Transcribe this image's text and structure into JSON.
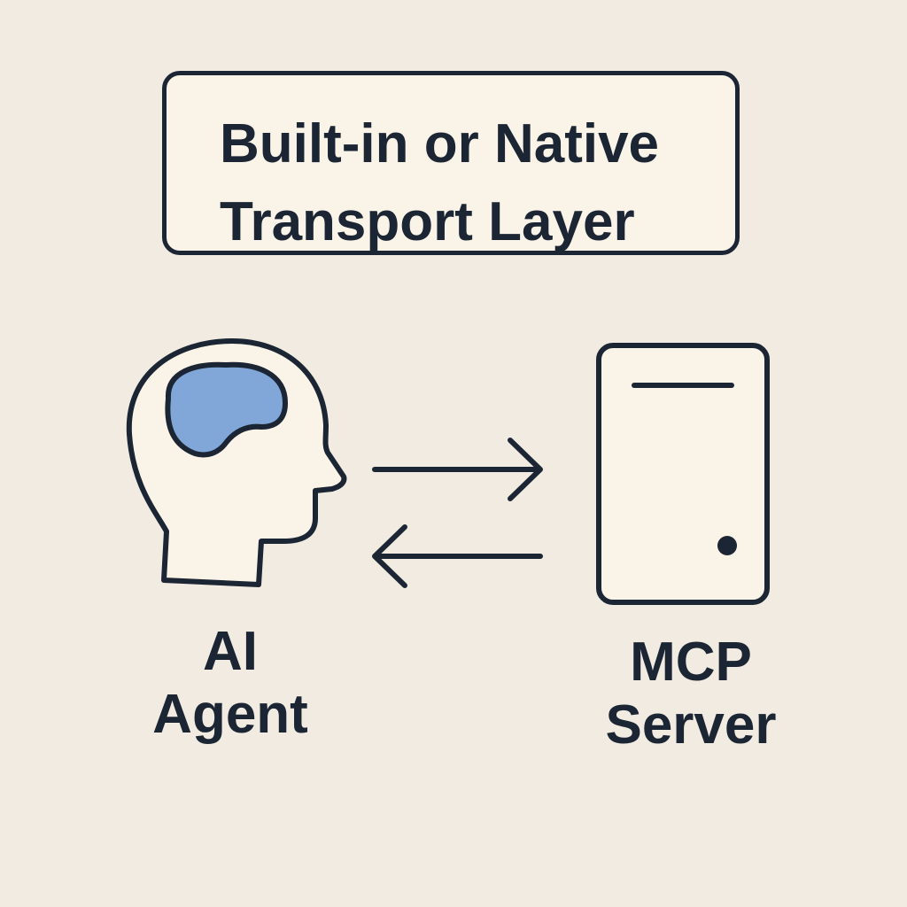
{
  "title": {
    "line1": "Built-in or Native",
    "line2": "Transport Layer"
  },
  "agent": {
    "label_line1": "AI",
    "label_line2": "Agent",
    "icon": "head-with-brain-icon",
    "brain_color": "#80a7d8"
  },
  "server": {
    "label_line1": "MCP",
    "label_line2": "Server",
    "icon": "server-tower-icon"
  },
  "arrows": {
    "request_direction": "agent-to-server",
    "response_direction": "server-to-agent"
  },
  "colors": {
    "background": "#f1ebe2",
    "box_fill": "#faf3e8",
    "stroke": "#1b2533"
  }
}
